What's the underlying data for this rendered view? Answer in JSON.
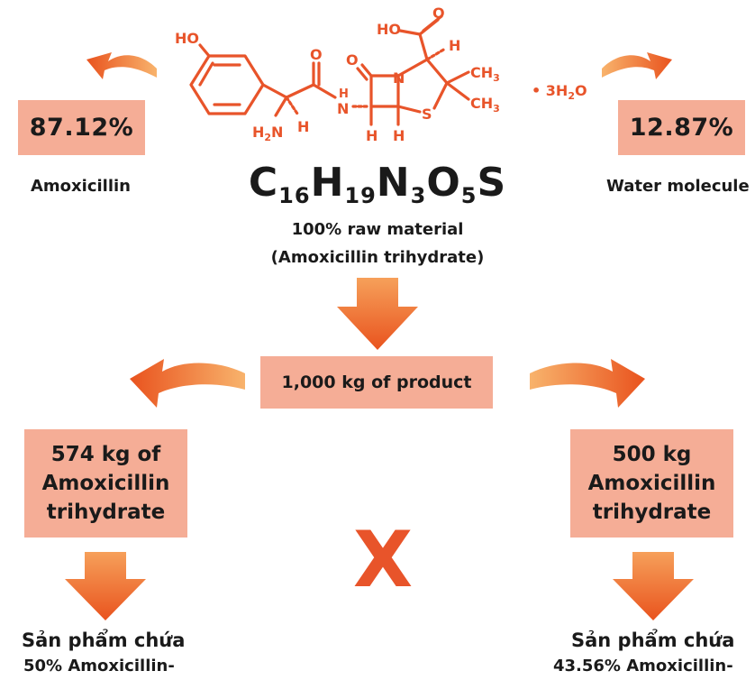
{
  "top": {
    "left_percent": "87.12%",
    "left_label": "Amoxicillin",
    "right_percent": "12.87%",
    "right_label": "Water molecule"
  },
  "molecule": {
    "atoms": {
      "ho": "HO",
      "o_amide": "O",
      "o_lactam": "O",
      "ho_acid": "HO",
      "o_acid": "O",
      "h_top": "H",
      "n_ring": "N",
      "ch3_a": "CH",
      "ch3_a_sub": "3",
      "ch3_b": "CH",
      "ch3_b_sub": "3",
      "s_ring": "S",
      "n_amide": "N",
      "h_amide": "H",
      "h2": "H",
      "h2_sub": "2",
      "n_amine": "N",
      "h_alpha": "H",
      "h_beta_left": "H",
      "h_beta_right": "H"
    },
    "hydrate": "• 3H",
    "hydrate_sub": "2",
    "hydrate_end": "O"
  },
  "formula": {
    "c": "C",
    "c_sub": "16",
    "h": "H",
    "h_sub": "19",
    "n": "N",
    "n_sub": "3",
    "o": "O",
    "o_sub": "5",
    "s": "S"
  },
  "caption": {
    "line1": "100% raw material",
    "line2": "(Amoxicillin trihydrate)"
  },
  "center_box": "1,000 kg of product",
  "left_box": {
    "line1": "574 kg of",
    "line2": "Amoxicillin",
    "line3": "trihydrate"
  },
  "right_box": {
    "line1": "500 kg",
    "line2": "Amoxicillin",
    "line3": "trihydrate"
  },
  "cross": "X",
  "bottom_left": {
    "title": "Sản phẩm chứa",
    "sub": "50% Amoxicillin-"
  },
  "bottom_right": {
    "title": "Sản phẩm chứa",
    "sub": "43.56% Amoxicillin-"
  },
  "colors": {
    "accent": "#e8542a",
    "box_fill": "#f5ad96",
    "arrow_light": "#f7a45c",
    "arrow_dark": "#e9531e"
  }
}
